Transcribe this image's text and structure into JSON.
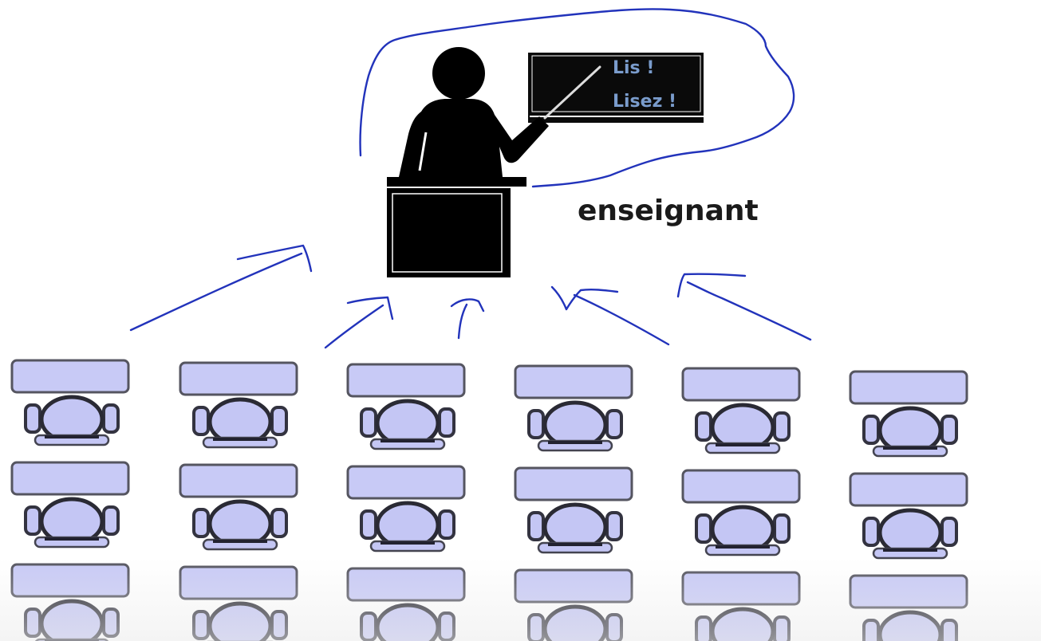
{
  "teacher_label": "enseignant",
  "board_lines": [
    "Lis !",
    "Lisez !"
  ],
  "colors": {
    "ink": "#000000",
    "arrows": "#2233bb",
    "board_text": "#7a9ccc",
    "desk_fill": "#c8caf6",
    "desk_stroke": "#555560",
    "chair_fill": "#c4c6f4"
  },
  "icons": [
    "teacher-at-lectern-icon",
    "blackboard-icon",
    "student-desk-icon",
    "chair-icon",
    "hand-drawn-arrow-icon",
    "thought-bubble-outline"
  ],
  "classroom": {
    "rows": 3,
    "columns": 6
  }
}
